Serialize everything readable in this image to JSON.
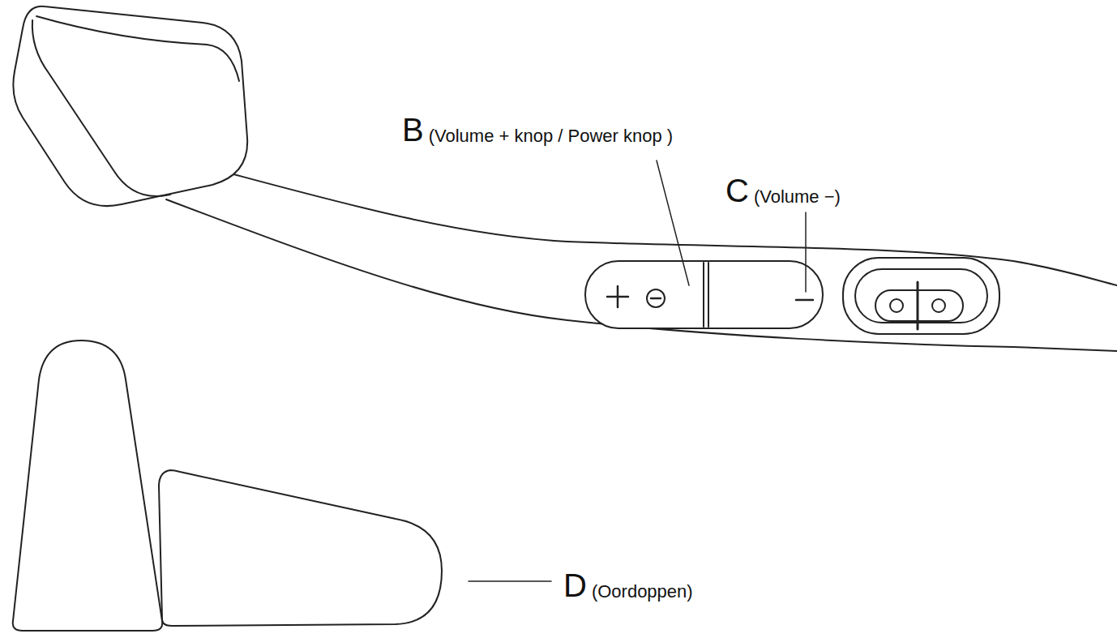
{
  "diagram": {
    "labels": [
      "B",
      "(Volume + knop / Power knop )",
      "C",
      "(Volume −)",
      "D",
      "(Oordoppen)"
    ]
  }
}
